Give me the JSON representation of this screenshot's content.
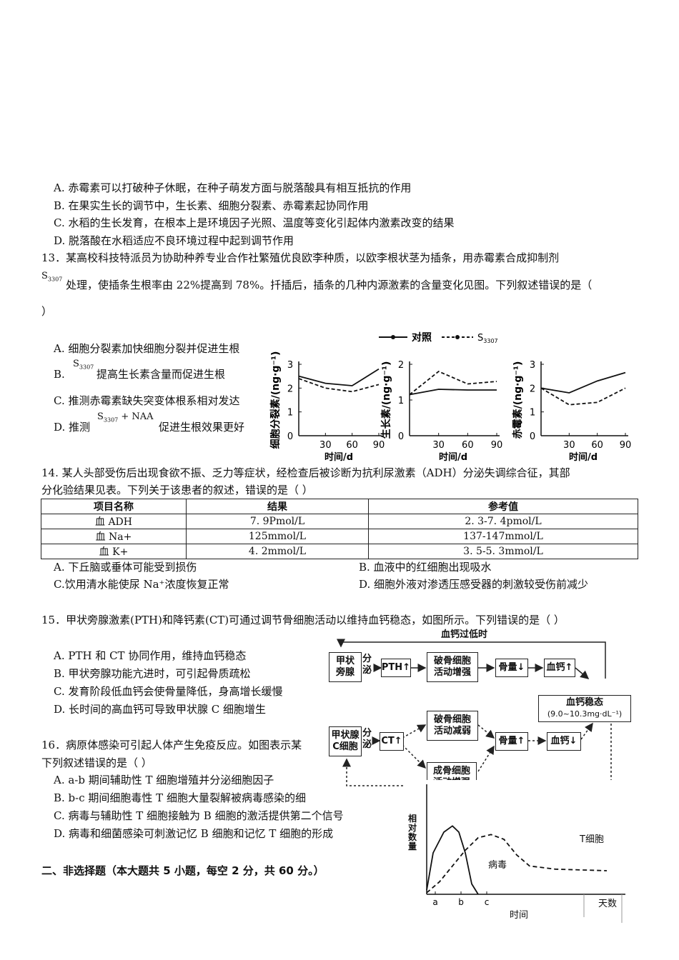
{
  "q12": {
    "a": "A. 赤霉素可以打破种子休眠，在种子萌发方面与脱落酸具有相互抵抗的作用",
    "b": "B. 在果实生长的调节中，生长素、细胞分裂素、赤霉素起协同作用",
    "c": "C. 水稻的生长发育，在根本上是环境因子光照、温度等变化引起体内激素改变的结果",
    "d": "D. 脱落酸在水稻适应不良环境过程中起到调节作用"
  },
  "q13": {
    "stem1": "13．某高校科技特派员为协助种养专业合作社繁殖优良欧李种质，以欧李根状茎为插条，用赤霉素合成抑制剂",
    "s_main": "S",
    "s_sub": "3307",
    "stem2": "处理，使插条生根率由 22%提高到 78%。扦插后，插条的几种内源激素的含量变化见图。下列叙述错误的是（",
    "stem3": "）",
    "a": "A. 细胞分裂素加快细胞分裂并促进生根",
    "b_prefix": "B.",
    "b_s": "S",
    "b_sub": "3307",
    "b_rest": "提高生长素含量而促进生根",
    "c": "C. 推测赤霉素缺失突变体根系相对发达",
    "d_prefix": "D. 推测",
    "d_s": "S",
    "d_sub": "3307",
    "d_naa": " + NAA",
    "d_rest": "促进生根效果更好"
  },
  "chart_data": [
    {
      "type": "line",
      "ylabel": "细胞分裂素/(ng·g⁻¹)",
      "xlabel": "时间/d",
      "x": [
        0,
        30,
        60,
        90
      ],
      "xticks": [
        "30",
        "60",
        "90"
      ],
      "yticks": [
        "0",
        "1",
        "2",
        "3"
      ],
      "ylim": [
        0,
        3
      ],
      "series": [
        {
          "name": "对照",
          "style": "solid",
          "values": [
            2.5,
            2.2,
            2.1,
            2.8
          ]
        },
        {
          "name": "S3307",
          "style": "dashed",
          "values": [
            2.4,
            2.0,
            1.85,
            2.15
          ]
        }
      ]
    },
    {
      "type": "line",
      "ylabel": "生长素/(ng·g⁻¹)",
      "xlabel": "时间/d",
      "x": [
        0,
        30,
        60,
        90
      ],
      "xticks": [
        "30",
        "60",
        "90"
      ],
      "yticks": [
        "0",
        "1",
        "2"
      ],
      "ylim": [
        0,
        2
      ],
      "series": [
        {
          "name": "对照",
          "style": "solid",
          "values": [
            1.15,
            1.3,
            1.28,
            1.28
          ]
        },
        {
          "name": "S3307",
          "style": "dashed",
          "values": [
            1.15,
            1.8,
            1.45,
            1.52
          ]
        }
      ]
    },
    {
      "type": "line",
      "ylabel": "赤霉素/(ng·g⁻¹)",
      "xlabel": "时间/d",
      "x": [
        0,
        30,
        60,
        90
      ],
      "xticks": [
        "30",
        "60",
        "90"
      ],
      "yticks": [
        "0",
        "1",
        "2",
        "3"
      ],
      "ylim": [
        0,
        3
      ],
      "series": [
        {
          "name": "对照",
          "style": "solid",
          "values": [
            2.0,
            1.8,
            2.3,
            2.65
          ]
        },
        {
          "name": "S3307",
          "style": "dashed",
          "values": [
            2.0,
            1.3,
            1.4,
            2.0
          ]
        }
      ]
    },
    {
      "type": "line",
      "ylabel": "相对数量",
      "xlabel": "时间",
      "xticks": [
        "a",
        "b",
        "c"
      ],
      "series": [
        {
          "name": "病毒",
          "style": "solid",
          "x": [
            0,
            0.3,
            0.8,
            1.2,
            1.5,
            1.8,
            2.1,
            2.4
          ],
          "values": [
            0.2,
            2.0,
            3.0,
            3.3,
            3.0,
            2.0,
            0.5,
            0.0
          ]
        },
        {
          "name": "T细胞",
          "style": "dashed",
          "x": [
            0,
            0.5,
            1.0,
            1.5,
            2.0,
            2.5,
            3.0,
            3.5,
            4.0,
            5.0,
            7.0
          ],
          "values": [
            0.1,
            0.8,
            1.8,
            2.8,
            3.6,
            3.8,
            3.5,
            2.5,
            1.8,
            1.6,
            1.5
          ]
        }
      ]
    }
  ],
  "legend13": {
    "control": "对照",
    "s": "S",
    "s_sub": "3307"
  },
  "q14": {
    "stem1": "14.  某人头部受伤后出现食欲不振、乏力等症状，经检查后被诊断为抗利尿激素（ADH）分泌失调综合征，其部",
    "stem2": "分化验结果见表。下列关于该患者的叙述，错误的是（      ）",
    "headers": [
      "项目名称",
      "结果",
      "参考值"
    ],
    "rows": [
      [
        "血 ADH",
        "7. 9Pmol/L",
        "2. 3-7. 4pmol/L"
      ],
      [
        "血 Na+",
        "125mmol/L",
        "137-147mmol/L"
      ],
      [
        "血 K+",
        "4. 2mmol/L",
        "3. 5-5. 3mmol/L"
      ]
    ],
    "a": "A. 下丘脑或垂体可能受到损伤",
    "b": "B. 血液中的红细胞出现吸水",
    "c": "C.饮用清水能使尿 Na⁺浓度恢复正常",
    "d": "D. 细胞外液对渗透压感受器的刺激较受伤前减少"
  },
  "q15": {
    "stem": "15．甲状旁腺激素(PTH)和降钙素(CT)可通过调节骨细胞活动以维持血钙稳态，如图所示。下列错误的是（      ）",
    "a": "A. PTH 和 CT  协同作用，维持血钙稳态",
    "b": "B. 甲状旁腺功能亢进时，可引起骨质疏松",
    "c": "C. 发育阶段低血钙会使骨量降低，身高增长缓慢",
    "d": "D. 长时间的高血钙可导致甲状腺 C 细胞增生"
  },
  "diagram15": {
    "top_label": "血钙过低时",
    "parathyroid": "甲状\n旁腺",
    "secrete": "分\n泌",
    "pth": "PTH",
    "osteoclast_up": "破骨细胞\n活动增强",
    "bone_down": "骨量",
    "calcium_up": "血钙",
    "homeostasis": "血钙稳态",
    "range": "(9.0~10.3mg·dL⁻¹)",
    "thyroid_c": "甲状腺\nC细胞",
    "ct": "CT",
    "osteoclast_down": "破骨细胞\n活动减弱",
    "bone_up": "骨量",
    "calcium_down": "血钙",
    "osteoblast": "成骨细胞\n活动增强"
  },
  "q16": {
    "stem1": "16．病原体感染可引起人体产生免疫反应。如图表示某",
    "stem2": "下列叙述错误的是（      ）",
    "a": "A. a-b 期间辅助性 T 细胞增殖并分泌细胞因子",
    "b": "B. b-c 期间细胞毒性 T 细胞大量裂解被病毒感染的细",
    "c": "C. 病毒与辅助性 T 细胞接触为 B 细胞的激活提供第二个信号",
    "d": "D. 病毒和细菌感染可刺激记忆 B 细胞和记忆 T 细胞的形成"
  },
  "graph16": {
    "virus": "病毒",
    "tcell": "T细胞",
    "ylabel": "相\n对\n数\n量",
    "xlabel": "时间",
    "days": "天数"
  },
  "section2": "二、非选择题（本大题共 5 小题，每空 2 分，共 60 分。）"
}
